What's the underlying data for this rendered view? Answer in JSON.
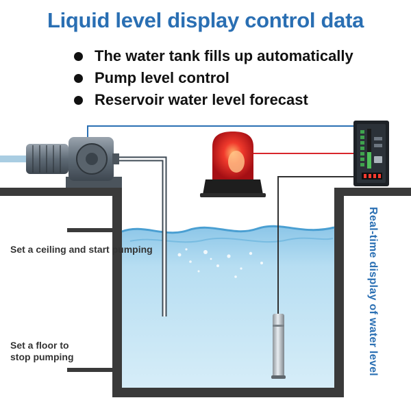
{
  "title": "Liquid level display control data",
  "bullets": [
    "The water tank fills up automatically",
    "Pump level control",
    "Reservoir water level forecast"
  ],
  "labels": {
    "ceiling": "Set a ceiling and start pumping",
    "floor": "Set a floor to stop pumping"
  },
  "side_text": "Real-time display of water level",
  "icons": [
    "pump-icon",
    "alarm-light-icon",
    "level-controller-icon",
    "level-sensor-icon"
  ],
  "colors": {
    "title": "#2a6fb3",
    "water": "#9fd0ec",
    "wire_blue": "#2a6fb3",
    "wire_red": "#d8262b"
  }
}
